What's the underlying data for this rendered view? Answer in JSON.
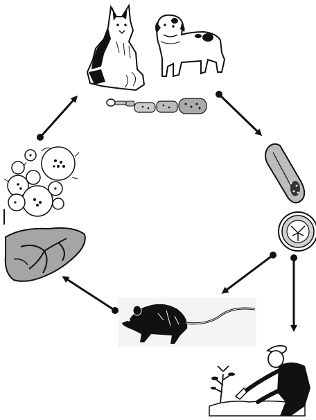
{
  "diagram": {
    "title": "",
    "stages": [
      {
        "id": "definitive-hosts",
        "icon": "fox-and-dog-icon"
      },
      {
        "id": "adult-tapeworm",
        "icon": "tapeworm-icon"
      },
      {
        "id": "gravid-proglottid",
        "icon": "gravid-proglottid-icon"
      },
      {
        "id": "egg",
        "icon": "egg-icon"
      },
      {
        "id": "intermediate-host-rodent",
        "icon": "rodent-icon"
      },
      {
        "id": "accidental-host-human",
        "icon": "gardening-human-icon"
      },
      {
        "id": "hydatid-cysts-in-liver",
        "icon": "liver-with-cysts-icon"
      },
      {
        "id": "protoscolices-in-cyst",
        "icon": "protoscolex-cyst-icon"
      }
    ],
    "arrows": [
      {
        "from": "definitive-hosts",
        "to": "gravid-proglottid"
      },
      {
        "from": "egg",
        "to": "intermediate-host-rodent"
      },
      {
        "from": "egg",
        "to": "accidental-host-human"
      },
      {
        "from": "intermediate-host-rodent",
        "to": "hydatid-cysts-in-liver"
      },
      {
        "from": "protoscolices-in-cyst",
        "to": "definitive-hosts"
      }
    ],
    "colors": {
      "ink": "#111111",
      "liver": "#9a9a9a",
      "paper": "#ffffff"
    }
  }
}
